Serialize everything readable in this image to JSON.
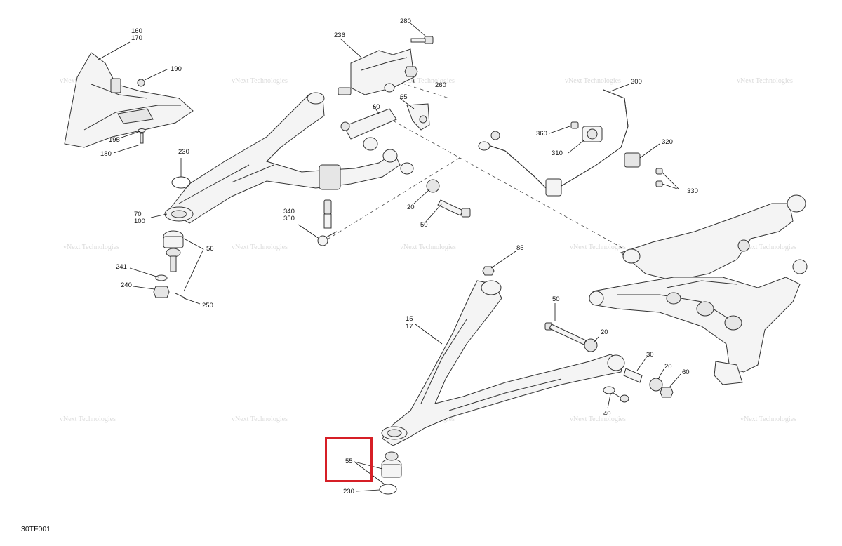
{
  "diagram_code": "30TF001",
  "watermark_text": "vNext Technologies",
  "highlight_color": "#d61f26",
  "callouts": {
    "c160_170": [
      "160",
      "170"
    ],
    "c190": "190",
    "c195": "195",
    "c180": "180",
    "c236": "236",
    "c280": "280",
    "c260": "260",
    "c60a": "60",
    "c65": "65",
    "c230a": "230",
    "c70_100": [
      "70",
      "100"
    ],
    "c56": "56",
    "c241": "241",
    "c240": "240",
    "c250": "250",
    "c340_350": [
      "340",
      "350"
    ],
    "c20a": "20",
    "c50a": "50",
    "c300": "300",
    "c360": "360",
    "c310": "310",
    "c320": "320",
    "c330": "330",
    "c85": "85",
    "c15_17": [
      "15",
      "17"
    ],
    "c50b": "50",
    "c20b": "20",
    "c30": "30",
    "c20c": "20",
    "c60b": "60",
    "c40": "40",
    "c55": "55",
    "c230b": "230"
  }
}
